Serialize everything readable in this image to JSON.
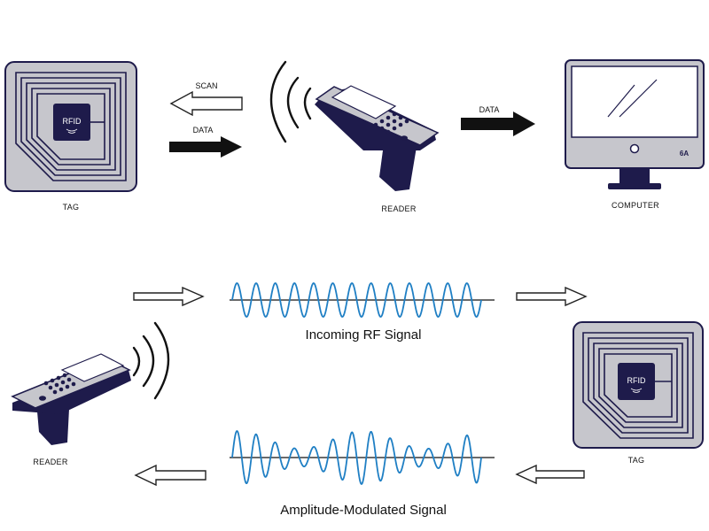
{
  "top": {
    "tag_label": "TAG",
    "reader_label": "READER",
    "computer_label": "COMPUTER",
    "scan_label": "SCAN",
    "data_label_1": "DATA",
    "data_label_2": "DATA",
    "chip_text": "RFID",
    "monitor_logo": "6A"
  },
  "bottom": {
    "incoming_caption": "Incoming RF Signal",
    "modulated_caption": "Amplitude-Modulated Signal",
    "reader_label": "READER",
    "tag_label": "TAG",
    "chip_text": "RFID"
  },
  "colors": {
    "navy": "#1e1b4b",
    "gray": "#c6c6cc",
    "wave": "#1f7fc4",
    "black": "#111111"
  }
}
